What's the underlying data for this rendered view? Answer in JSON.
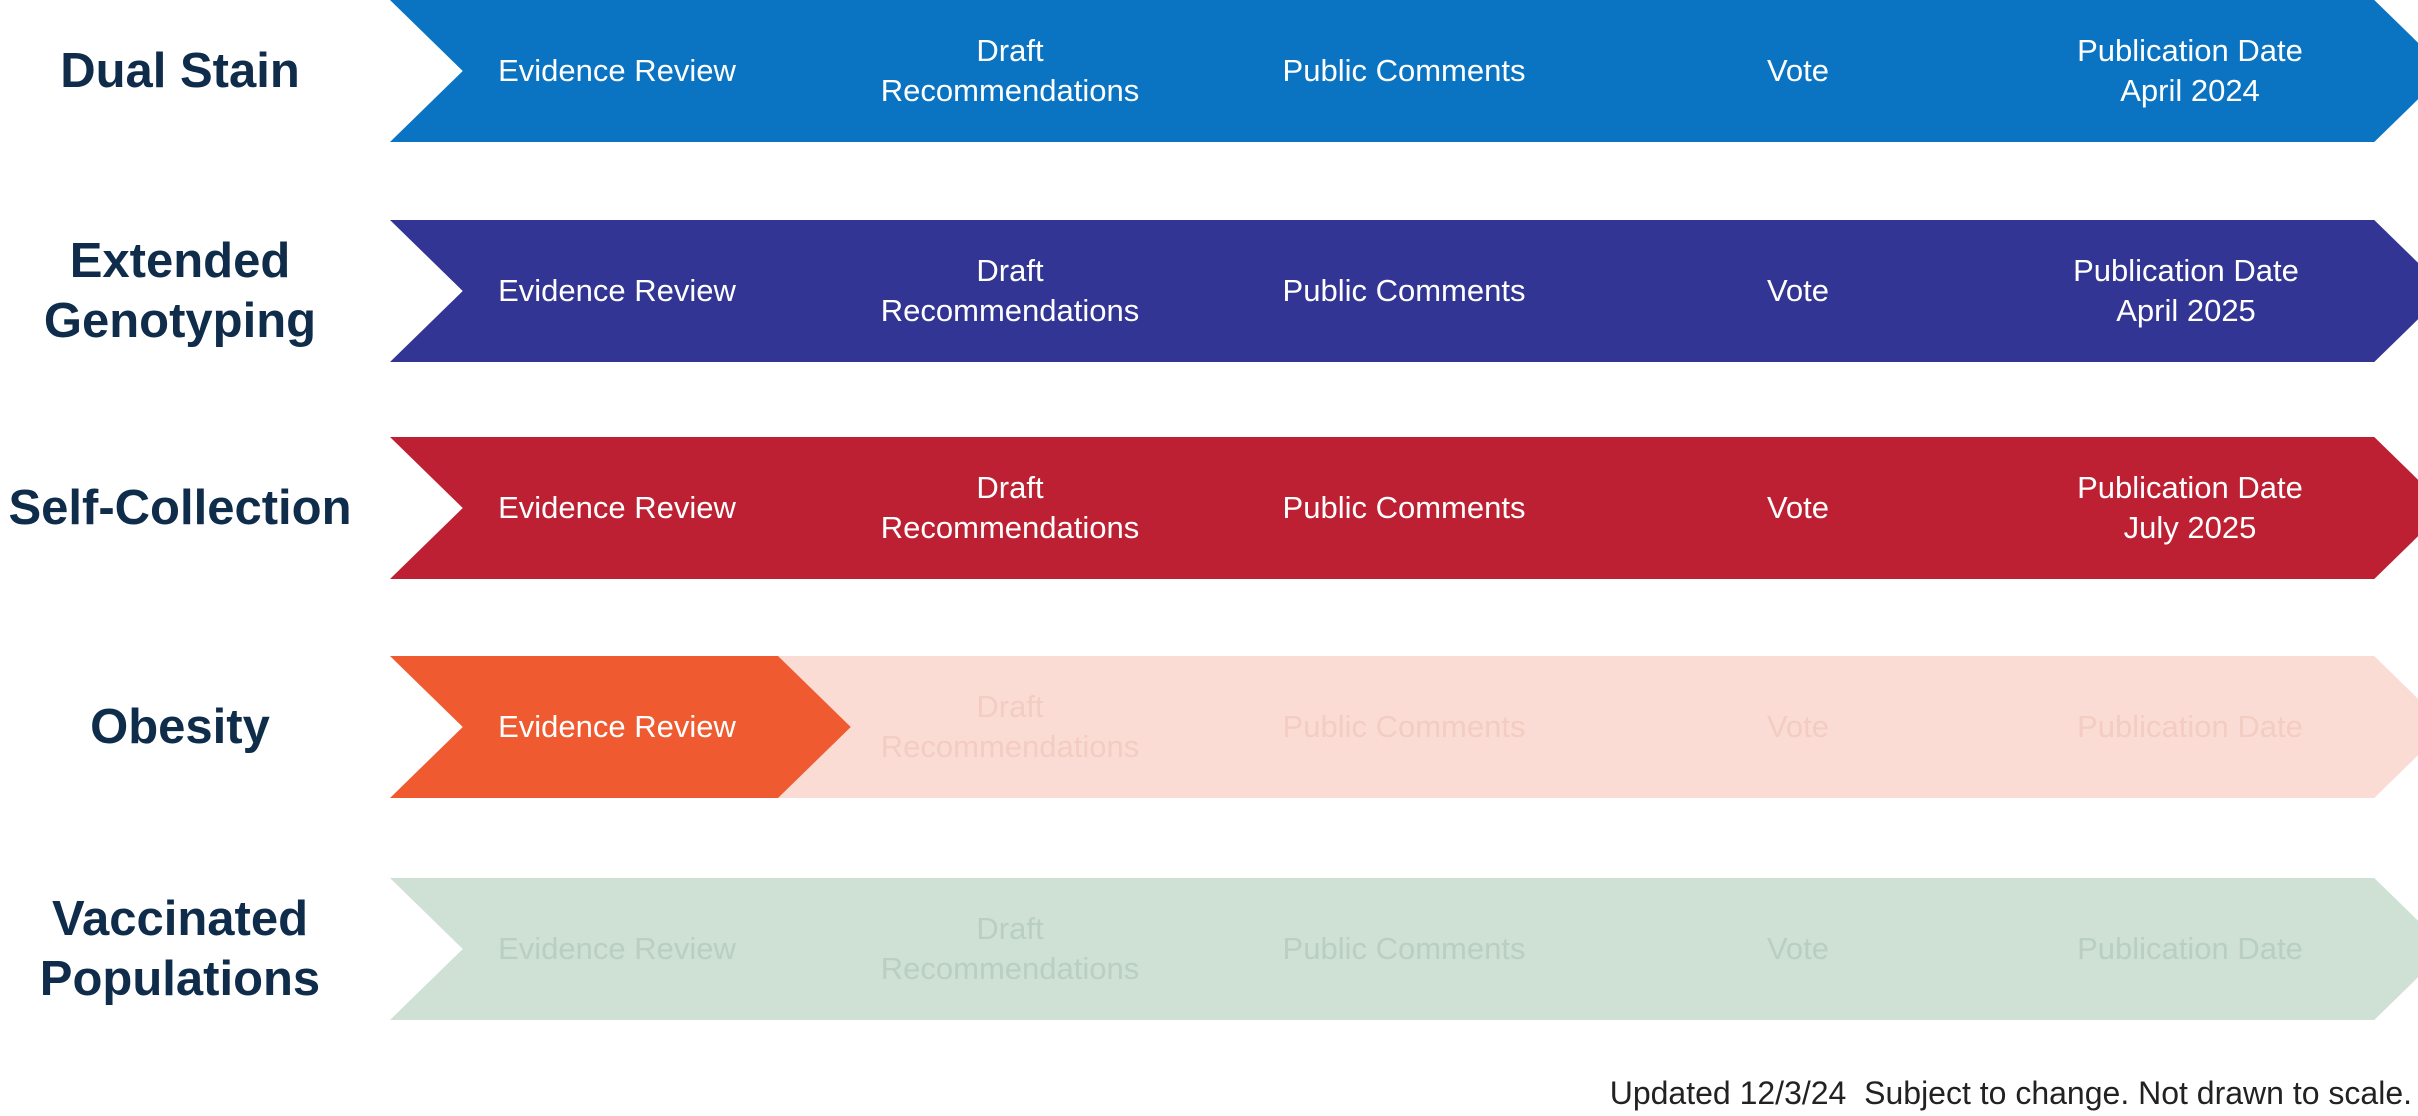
{
  "rows": [
    {
      "label": "Dual Stain",
      "color": "#0a73c2",
      "steps": [
        {
          "text": "Evidence Review",
          "status": "done"
        },
        {
          "text": "Draft\nRecommendations",
          "status": "done"
        },
        {
          "text": "Public Comments",
          "status": "done"
        },
        {
          "text": "Vote",
          "status": "done"
        },
        {
          "text": "Publication Date\nApril 2024",
          "status": "done"
        }
      ]
    },
    {
      "label": "Extended\nGenotyping",
      "color": "#323593",
      "steps": [
        {
          "text": "Evidence Review",
          "status": "done"
        },
        {
          "text": "Draft\nRecommendations",
          "status": "done"
        },
        {
          "text": "Public Comments",
          "status": "done"
        },
        {
          "text": "Vote",
          "status": "done"
        },
        {
          "text": "Publication Date\nApril 2025",
          "status": "done"
        }
      ]
    },
    {
      "label": "Self-Collection",
      "color": "#bd2032",
      "steps": [
        {
          "text": "Evidence Review",
          "status": "done"
        },
        {
          "text": "Draft\nRecommendations",
          "status": "done"
        },
        {
          "text": "Public Comments",
          "status": "done"
        },
        {
          "text": "Vote",
          "status": "done"
        },
        {
          "text": "Publication Date\nJuly 2025",
          "status": "done"
        }
      ]
    },
    {
      "label": "Obesity",
      "color": "#f05a30",
      "pending_color": "#fbdcd4",
      "pending_text_color": "#f3ccc3",
      "steps": [
        {
          "text": "Evidence Review",
          "status": "done"
        },
        {
          "text": "Draft\nRecommendations",
          "status": "pending"
        },
        {
          "text": "Public Comments",
          "status": "pending"
        },
        {
          "text": "Vote",
          "status": "pending"
        },
        {
          "text": "Publication Date",
          "status": "pending"
        }
      ]
    },
    {
      "label": "Vaccinated\nPopulations",
      "color": "#cfe0d5",
      "pending_color": "#cfe0d5",
      "pending_text_color": "#b9d0c1",
      "steps": [
        {
          "text": "Evidence Review",
          "status": "pending"
        },
        {
          "text": "Draft\nRecommendations",
          "status": "pending"
        },
        {
          "text": "Public Comments",
          "status": "pending"
        },
        {
          "text": "Vote",
          "status": "pending"
        },
        {
          "text": "Publication Date",
          "status": "pending"
        }
      ]
    }
  ],
  "footer": "Updated 12/3/24  Subject to change. Not drawn to scale."
}
